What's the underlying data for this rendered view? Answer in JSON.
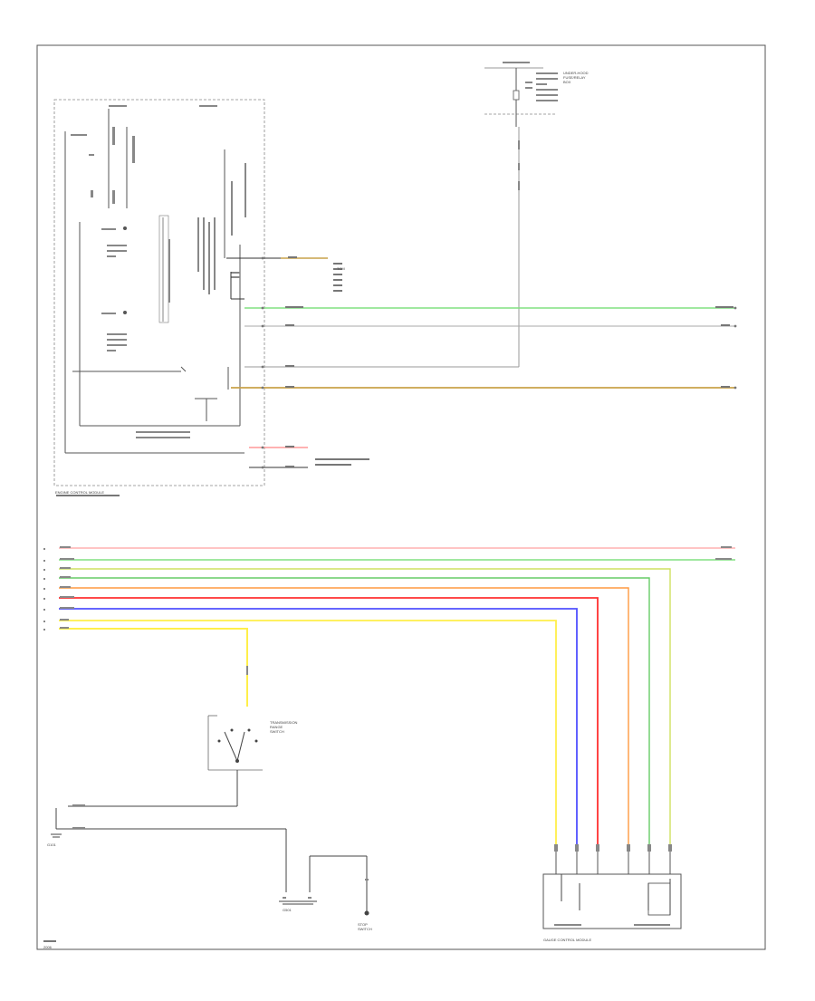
{
  "diagram": {
    "colors": {
      "frame": "#555555",
      "wire_black": "#222222",
      "wire_white": "#aaaaaa",
      "wire_grey": "#9a9a9a",
      "wire_light_green": "#80e080",
      "wire_green": "#66cc66",
      "wire_yellow": "#ffef4a",
      "wire_tan": "#c9a24a",
      "wire_pink": "#ffb0b0",
      "wire_orange": "#ff9940",
      "wire_red": "#ff3030",
      "wire_blue": "#5050ff",
      "wire_yellow_green": "#cfe060"
    },
    "labels": {
      "engine_control_module": "ENGINE CONTROL MODULE",
      "fuse_box": "UNDER-HOOD\nFUSE/RELAY\nBOX",
      "tcm_name": "TCM",
      "transmission_range_switch": "TRANSMISSION\nRANGE\nSWITCH",
      "gauge_control_module": "GAUGE CONTROL MODULE",
      "ground": "G101",
      "ground_2": "G501",
      "brake_pedal": "STOP\nSWITCH",
      "page_code": "2006"
    },
    "icons": [
      "ground-symbol-icon",
      "switch-contact-icon",
      "connector-pin-icon"
    ]
  }
}
